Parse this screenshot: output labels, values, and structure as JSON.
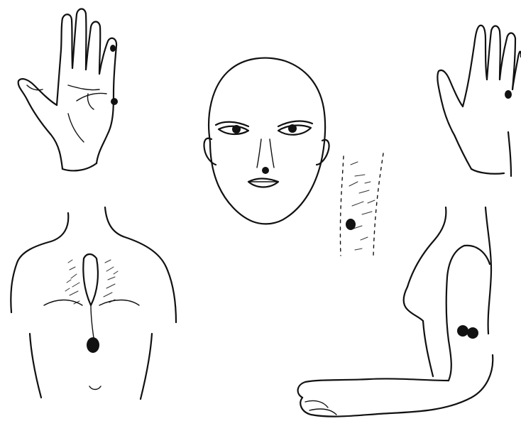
{
  "figure": {
    "figures": [
      {
        "name": "raised-left-hand-palm"
      },
      {
        "name": "face-front"
      },
      {
        "name": "raised-right-hand-back"
      },
      {
        "name": "torso-front"
      },
      {
        "name": "knee-skin-patch"
      },
      {
        "name": "side-torso-with-arm"
      }
    ],
    "marker_count": 10,
    "colors": {
      "ink": "#111111",
      "marker": "#111111",
      "background": "#ffffff"
    }
  }
}
